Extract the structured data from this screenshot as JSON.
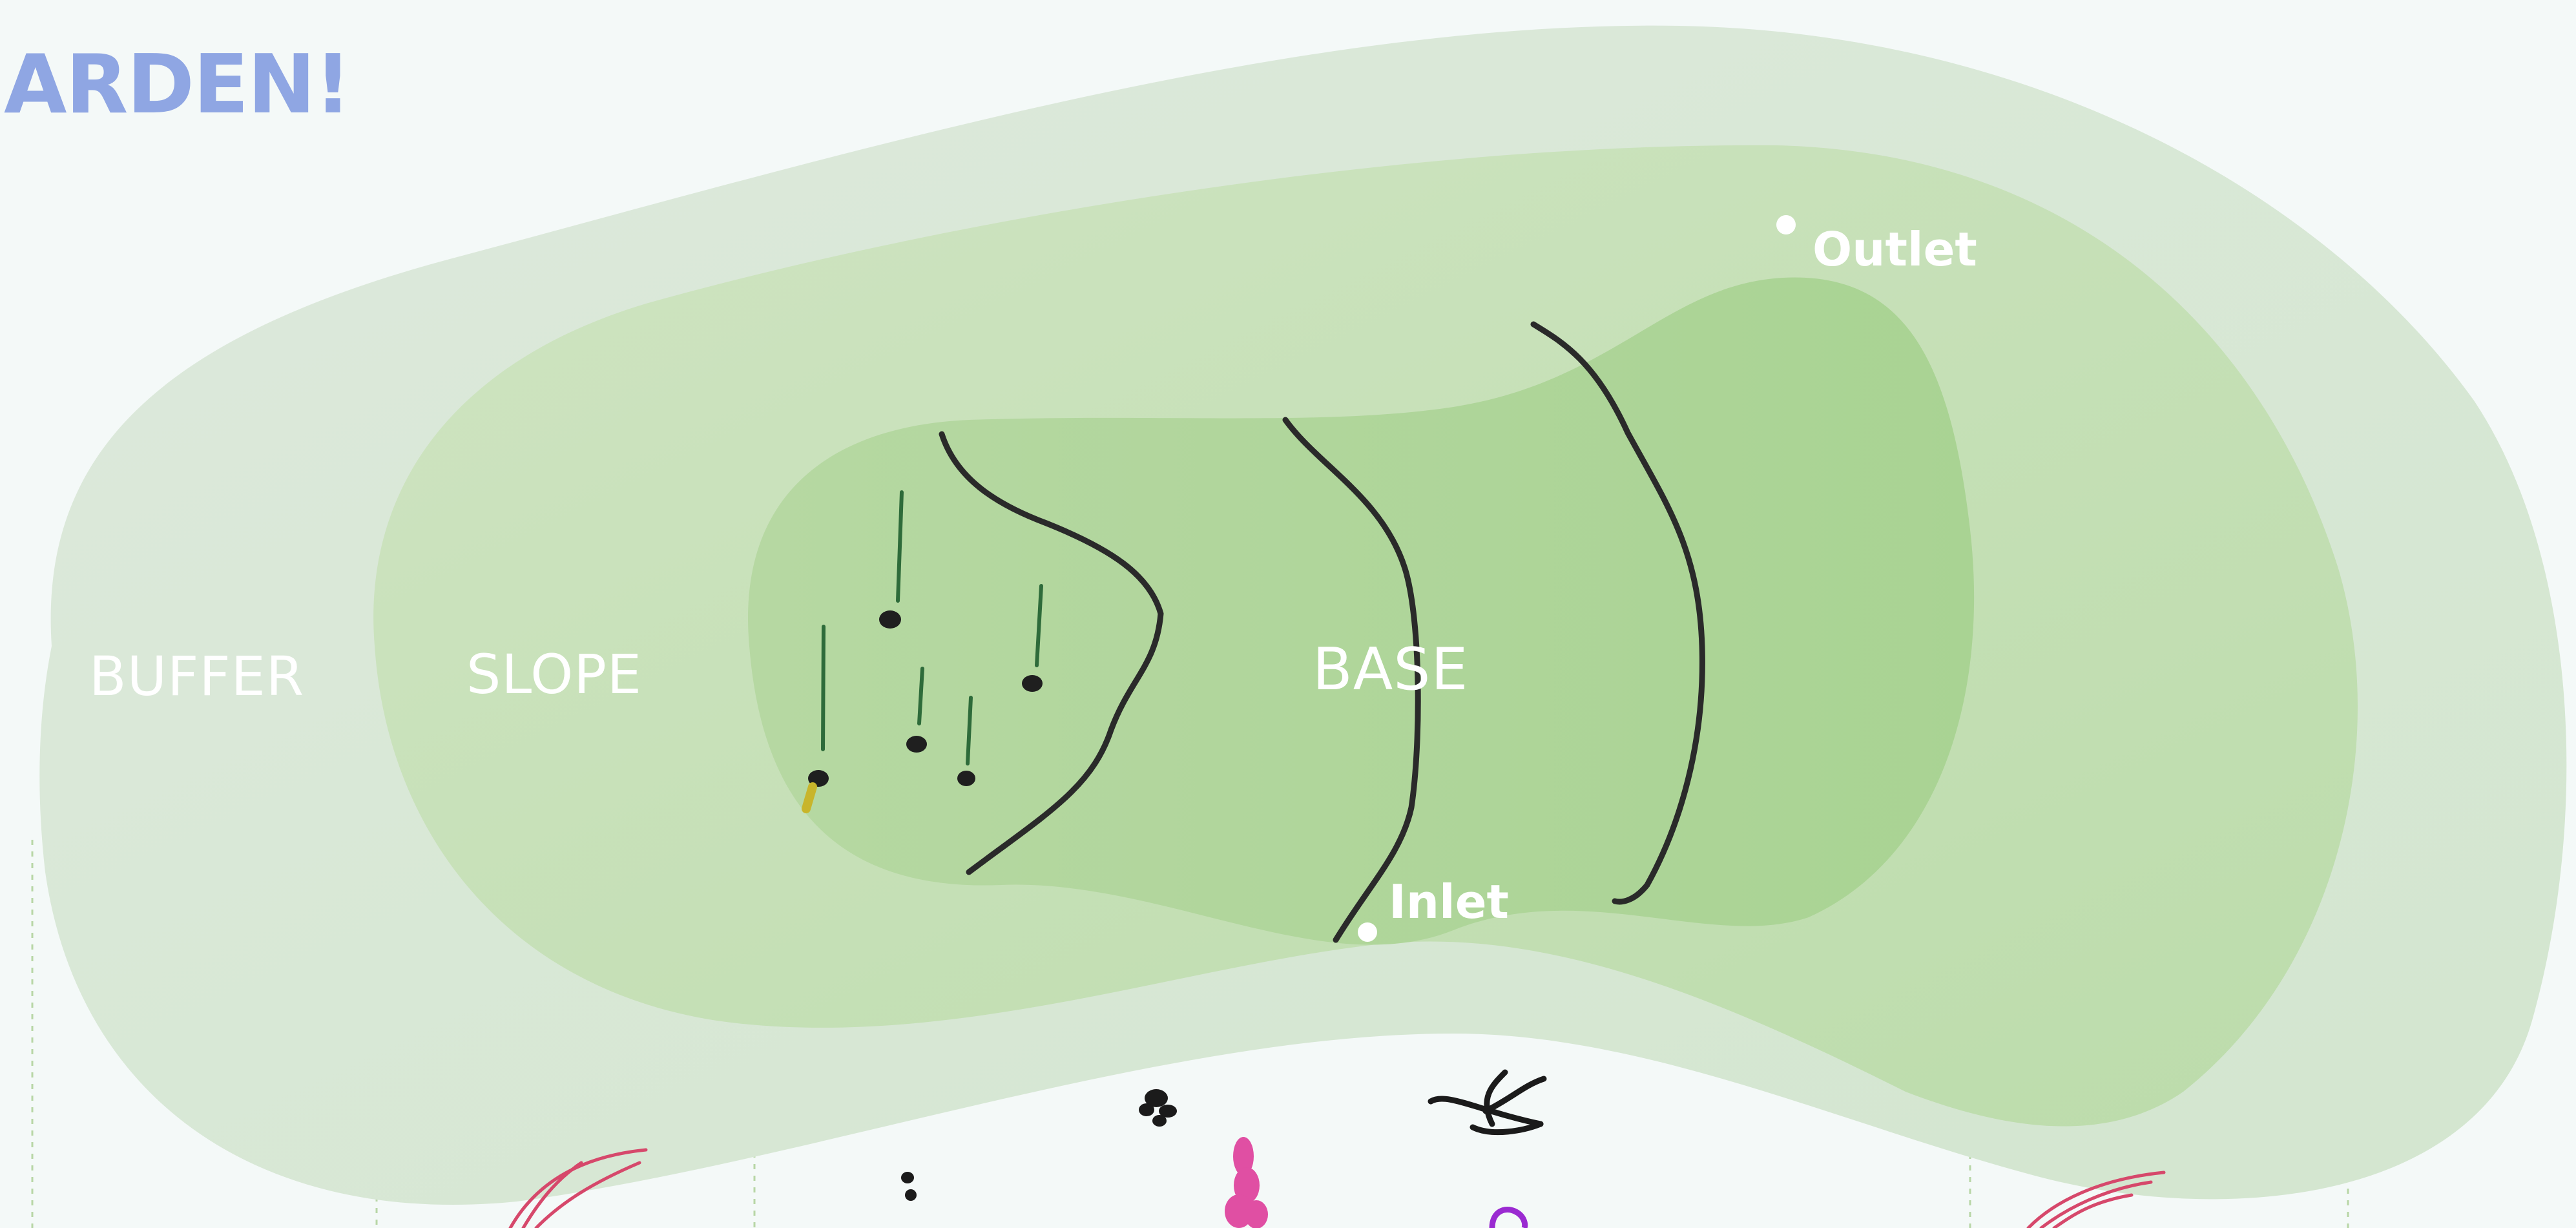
{
  "title": "ARDEN!",
  "zones": {
    "buffer": "BUFFER",
    "slope": "SLOPE",
    "base": "BASE"
  },
  "points": {
    "outlet": "Outlet",
    "inlet": "Inlet"
  },
  "colors": {
    "background": "#f4f9f8",
    "buffer_fill": "#dbe9d8",
    "slope_fill": "#c7e1b8",
    "base_fill": "#b2d69c",
    "title_color": "#8fa6e3",
    "label_color": "#ffffff",
    "sketch_line": "#2a2a2a",
    "plant_stem": "#2e6b3a",
    "flower_pink": "#e04fa3",
    "flower_purple": "#9a2ad1",
    "grass_red": "#d6486b"
  }
}
